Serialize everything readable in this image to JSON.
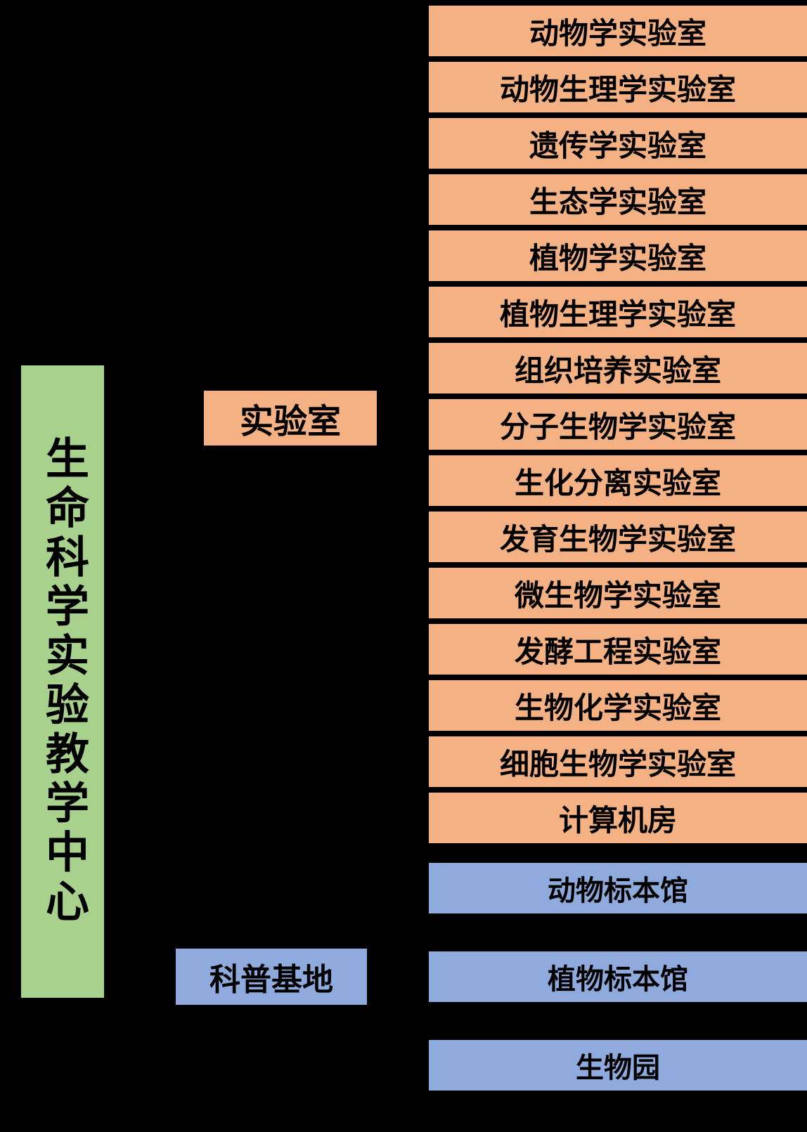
{
  "diagram": {
    "root_label": "生命科学实验教学中心",
    "categories": {
      "lab": {
        "label": "实验室"
      },
      "base": {
        "label": "科普基地"
      }
    },
    "labs": [
      "动物学实验室",
      "动物生理学实验室",
      "遗传学实验室",
      "生态学实验室",
      "植物学实验室",
      "植物生理学实验室",
      "组织培养实验室",
      "分子生物学实验室",
      "生化分离实验室",
      "发育生物学实验室",
      "微生物学实验室",
      "发酵工程实验室",
      "生物化学实验室",
      "细胞生物学实验室",
      "计算机房"
    ],
    "bases": [
      "动物标本馆",
      "植物标本馆",
      "生物园"
    ],
    "colors": {
      "background": "#000000",
      "root": "#A9D18E",
      "lab": "#F4B183",
      "base": "#8FAADC",
      "text": "#000000"
    }
  }
}
